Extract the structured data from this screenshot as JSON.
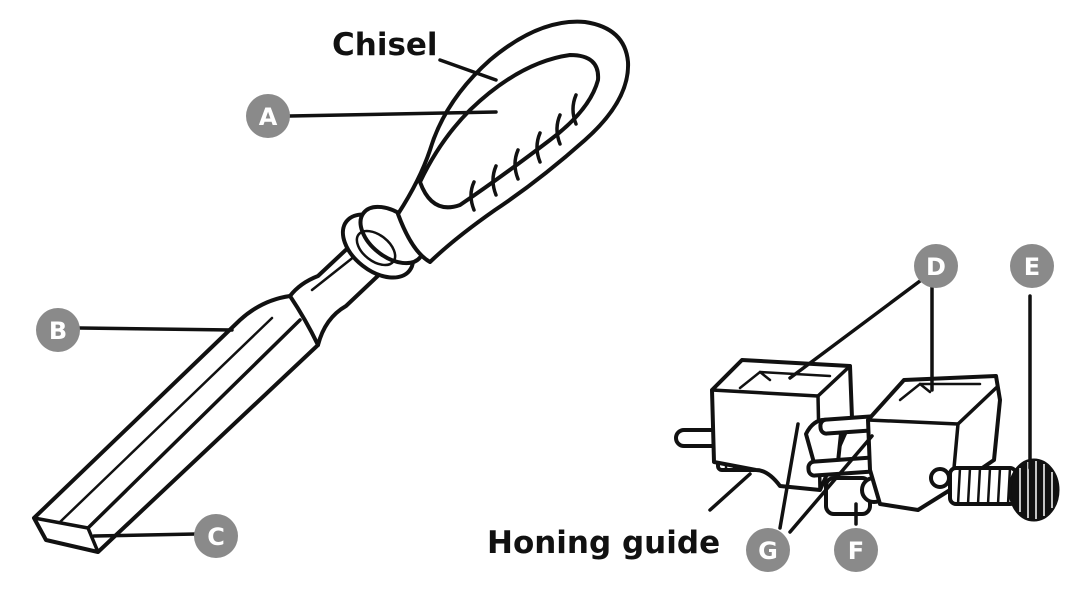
{
  "labels": {
    "chisel": "Chisel",
    "honing_guide": "Honing guide"
  },
  "badges": {
    "a": "A",
    "b": "B",
    "c": "C",
    "d": "D",
    "e": "E",
    "f": "F",
    "g": "G"
  },
  "colors": {
    "ink": "#111111",
    "badge_fill": "#8a8a8a",
    "background": "#ffffff"
  }
}
